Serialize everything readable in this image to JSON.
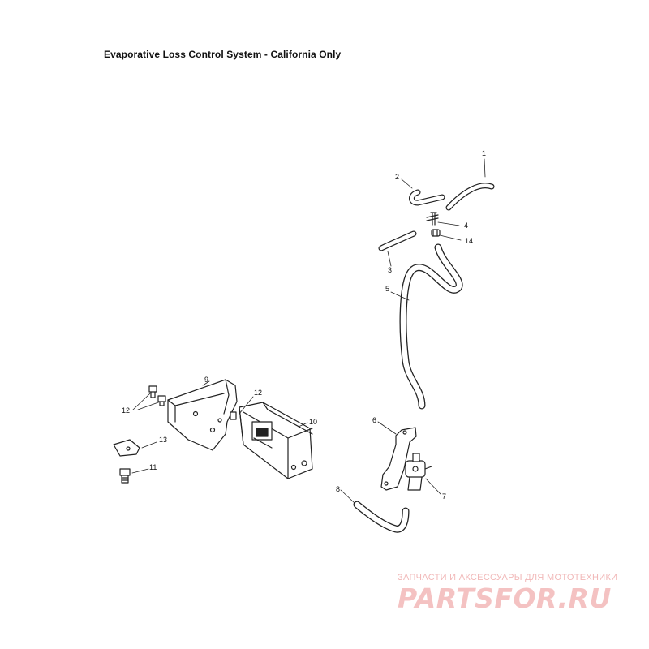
{
  "title": "Evaporative Loss Control System - California Only",
  "callouts": {
    "n1": "1",
    "n2": "2",
    "n3": "3",
    "n4": "4",
    "n5": "5",
    "n6": "6",
    "n7": "7",
    "n8": "8",
    "n9": "9",
    "n10": "10",
    "n11": "11",
    "n12a": "12",
    "n12b": "12",
    "n13": "13",
    "n14": "14"
  },
  "watermark": {
    "tagline": "ЗАПЧАСТИ И АКСЕССУАРЫ ДЛЯ МОТОТЕХНИКИ",
    "brand": "PARTSFOR.RU"
  }
}
